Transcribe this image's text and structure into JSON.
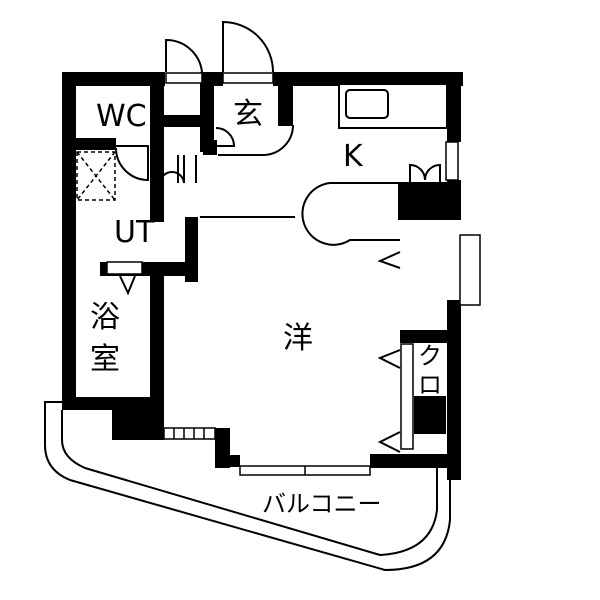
{
  "floorplan": {
    "rooms": {
      "wc": "WC",
      "entrance": "玄",
      "kitchen": "K",
      "utility": "UT",
      "bath_line1": "浴",
      "bath_line2": "室",
      "western_room": "洋",
      "closet_line1": "ク",
      "closet_line2": "ロ",
      "balcony": "バルコニー"
    },
    "colors": {
      "wall": "#000000",
      "background": "#ffffff"
    }
  }
}
